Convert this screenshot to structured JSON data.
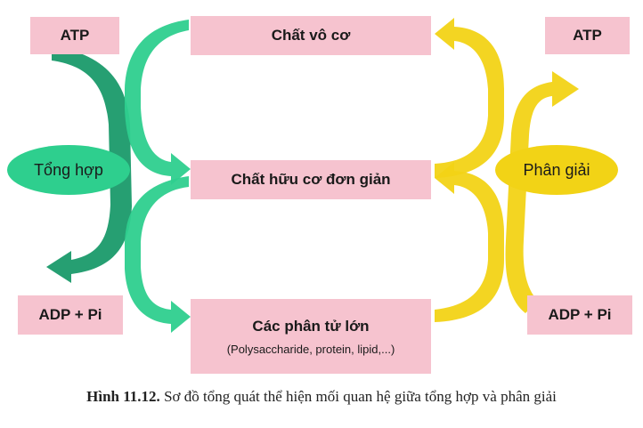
{
  "left": {
    "atp": "ATP",
    "adp": "ADP + Pi",
    "process": "Tổng hợp"
  },
  "center": {
    "inorganic": "Chất vô cơ",
    "simple_organic": "Chất hữu cơ đơn giản",
    "macromolecules": "Các phân tử lớn",
    "macromolecules_examples": "(Polysaccharide, protein, lipid,...)"
  },
  "right": {
    "atp": "ATP",
    "adp": "ADP + Pi",
    "process": "Phân giải"
  },
  "caption": {
    "label": "Hình 11.12.",
    "text": "Sơ đồ tổng quát thể hiện mối quan hệ giữa tổng hợp và phân giải"
  },
  "colors": {
    "box_fill": "#f6c3cf",
    "synthesis_green": "#2ecf8e",
    "synthesis_dark_green": "#1a9a6a",
    "degradation_yellow": "#f2d316"
  }
}
